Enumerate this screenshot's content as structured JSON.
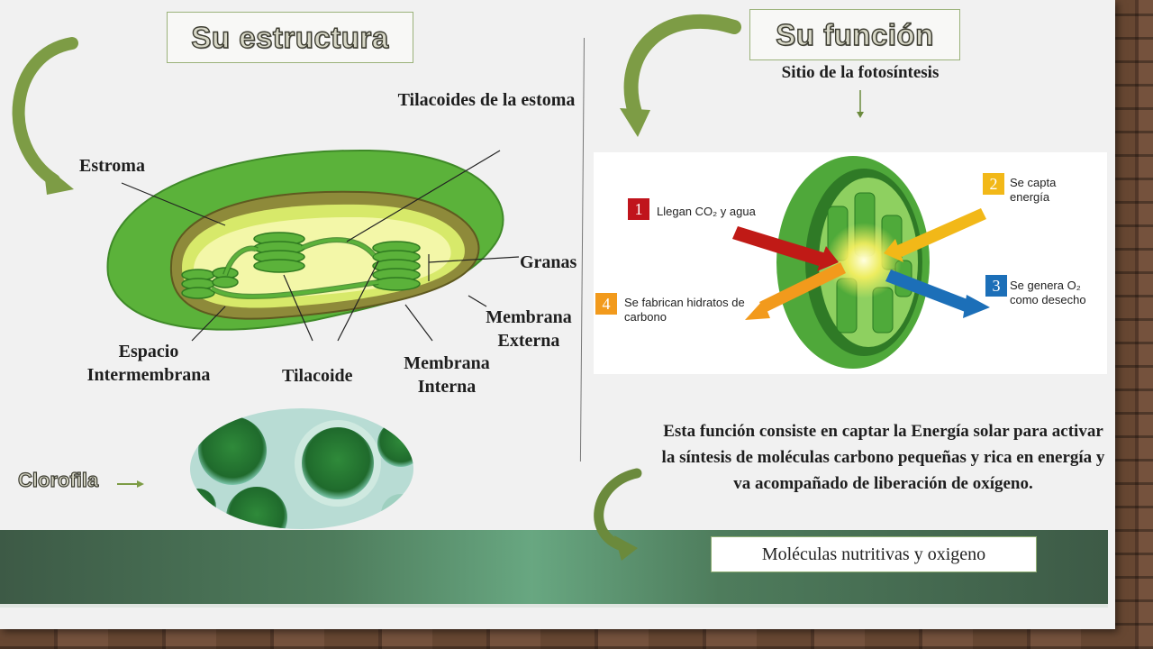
{
  "structure": {
    "title": "Su estructura",
    "labels": {
      "tilacoides_estoma": "Tilacoides de la estoma",
      "estroma": "Estroma",
      "granas": "Granas",
      "membrana_externa": "Membrana Externa",
      "espacio_intermembrana": "Espacio Intermembrana",
      "tilacoide": "Tilacoide",
      "membrana_interna": "Membrana Interna"
    },
    "clorofila": "Clorofila"
  },
  "function": {
    "title": "Su función",
    "subtitle": "Sitio de la fotosíntesis",
    "steps": [
      {
        "num": "1",
        "text": "Llegan CO₂ y agua",
        "color": "#c0141c"
      },
      {
        "num": "2",
        "text": "Se capta energía",
        "color": "#f2b818"
      },
      {
        "num": "3",
        "text": "Se genera O₂ como desecho",
        "color": "#1c6fb8"
      },
      {
        "num": "4",
        "text": "Se fabrican hidratos de carbono",
        "color": "#f29a1c"
      }
    ],
    "paragraph": "Esta función consiste en captar la Energía solar para activar la síntesis de moléculas carbono pequeñas y rica en energía y va acompañado de liberación de oxígeno.",
    "result": "Moléculas nutritivas y oxigeno"
  },
  "colors": {
    "band": "#4e7c5c",
    "arrow_green": "#7d9c45",
    "chloroplast_green": "#5bb23a"
  }
}
